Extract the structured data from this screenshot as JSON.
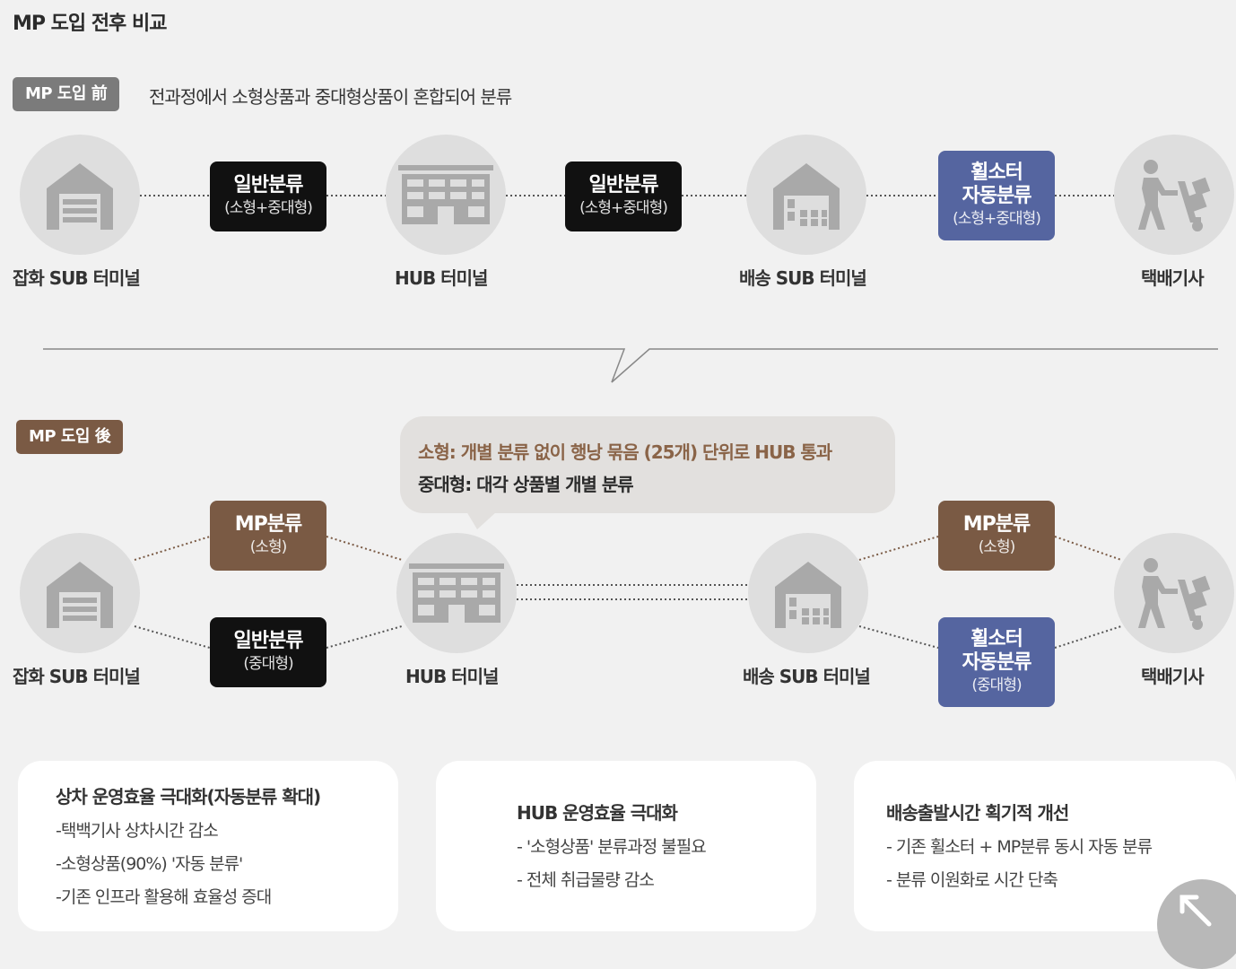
{
  "title": "MP 도입 전후 비교",
  "before": {
    "tag": "MP 도입 前",
    "description": "전과정에서 소형상품과 중대형상품이 혼합되어 분류",
    "nodes": [
      "잡화 SUB 터미널",
      "HUB 터미널",
      "배송 SUB 터미널",
      "택배기사"
    ],
    "boxes": [
      {
        "main": "일반분류",
        "sub": "(소형+중대형)"
      },
      {
        "main": "일반분류",
        "sub": "(소형+중대형)"
      },
      {
        "main": "휠소터\n자동분류",
        "sub": "(소형+중대형)"
      }
    ]
  },
  "after": {
    "tag": "MP 도입 後",
    "bubble_line1": "소형: 개별 분류 없이 행낭 묶음 (25개) 단위로 HUB 통과",
    "bubble_line2": "중대형: 대각 상품별 개별 분류",
    "nodes": [
      "잡화 SUB 터미널",
      "HUB 터미널",
      "배송 SUB 터미널",
      "택배기사"
    ],
    "boxes": [
      {
        "main": "MP분류",
        "sub": "(소형)"
      },
      {
        "main": "일반분류",
        "sub": "(중대형)"
      },
      {
        "main": "MP분류",
        "sub": "(소형)"
      },
      {
        "main": "휠소터\n자동분류",
        "sub": "(중대형)"
      }
    ]
  },
  "panels": [
    {
      "title": "상차 운영효율 극대화(자동분류 확대)",
      "items": [
        "-택백기사 상차시간 감소",
        "-소형상품(90%) '자동 분류'",
        "-기존 인프라 활용해 효율성 증대"
      ]
    },
    {
      "title": "HUB 운영효율 극대화",
      "items": [
        "- '소형상품' 분류과정 불필요",
        "- 전체 취급물량 감소"
      ]
    },
    {
      "title": "배송출발시간 획기적 개선",
      "items": [
        "- 기존 휠소터 + MP분류 동시 자동 분류",
        "- 분류 이원화로 시간 단축"
      ]
    }
  ],
  "colors": {
    "black_box": "#111111",
    "brown_box": "#7a5a44",
    "blue_box": "#5565a0",
    "gray_tag": "#7b7b7b",
    "circle": "#dedede",
    "icon": "#a9a9a9"
  },
  "icons": [
    "warehouse-garage-icon",
    "hub-building-icon",
    "distribution-warehouse-icon",
    "courier-handtruck-icon",
    "resize-arrow-icon"
  ]
}
